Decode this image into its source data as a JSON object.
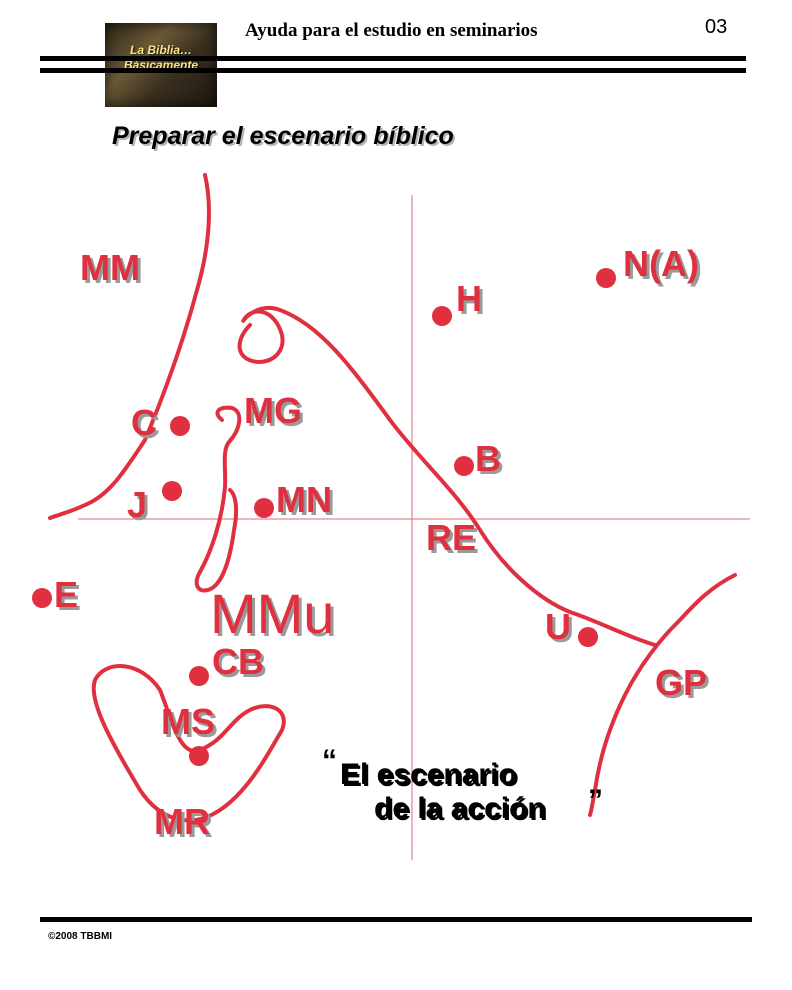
{
  "header": {
    "logo_text_line1": "La Biblia…",
    "logo_text_line2": "Básicamente",
    "title": "Ayuda para el estudio en seminarios",
    "page_number": "03"
  },
  "subtitle": "Preparar el escenario bíblico",
  "map_labels": {
    "mm": "MM",
    "h": "H",
    "na": "N(A)",
    "c": "C",
    "mg": "MG",
    "b": "B",
    "j": "J",
    "mn": "MN",
    "re": "RE",
    "e": "E",
    "mmu": "MMu",
    "u": "U",
    "cb": "CB",
    "gp": "GP",
    "ms": "MS",
    "mr": "MR"
  },
  "quote": {
    "line1": "El escenario",
    "line2": "de la acción"
  },
  "footer": {
    "copyright": "©2008 TBBMI"
  },
  "colors": {
    "map_red": "#e0303f",
    "guide_line": "#e06a72"
  }
}
